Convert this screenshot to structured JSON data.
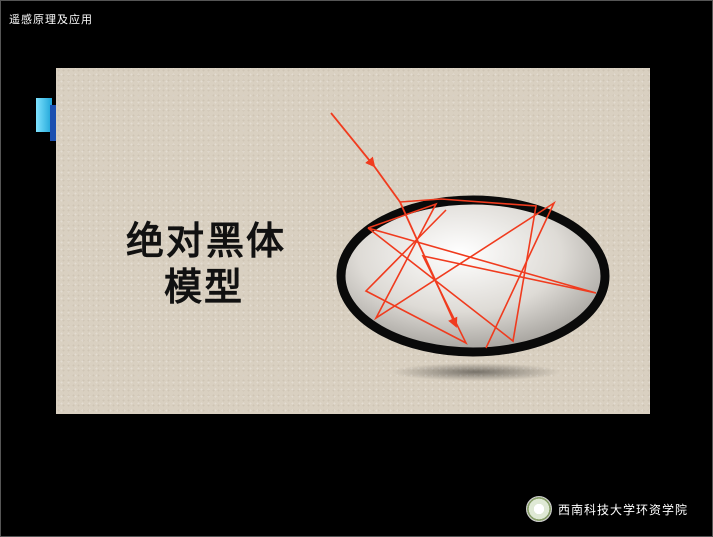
{
  "header": {
    "course_title": "遥感原理及应用"
  },
  "slide": {
    "title_line1": "绝对黑体",
    "title_line2": "模型"
  },
  "footer": {
    "institution": "西南科技大学环资学院"
  },
  "colors": {
    "ray": "#f03b1e",
    "background": "#000000",
    "panel": "#d9d0c1"
  }
}
